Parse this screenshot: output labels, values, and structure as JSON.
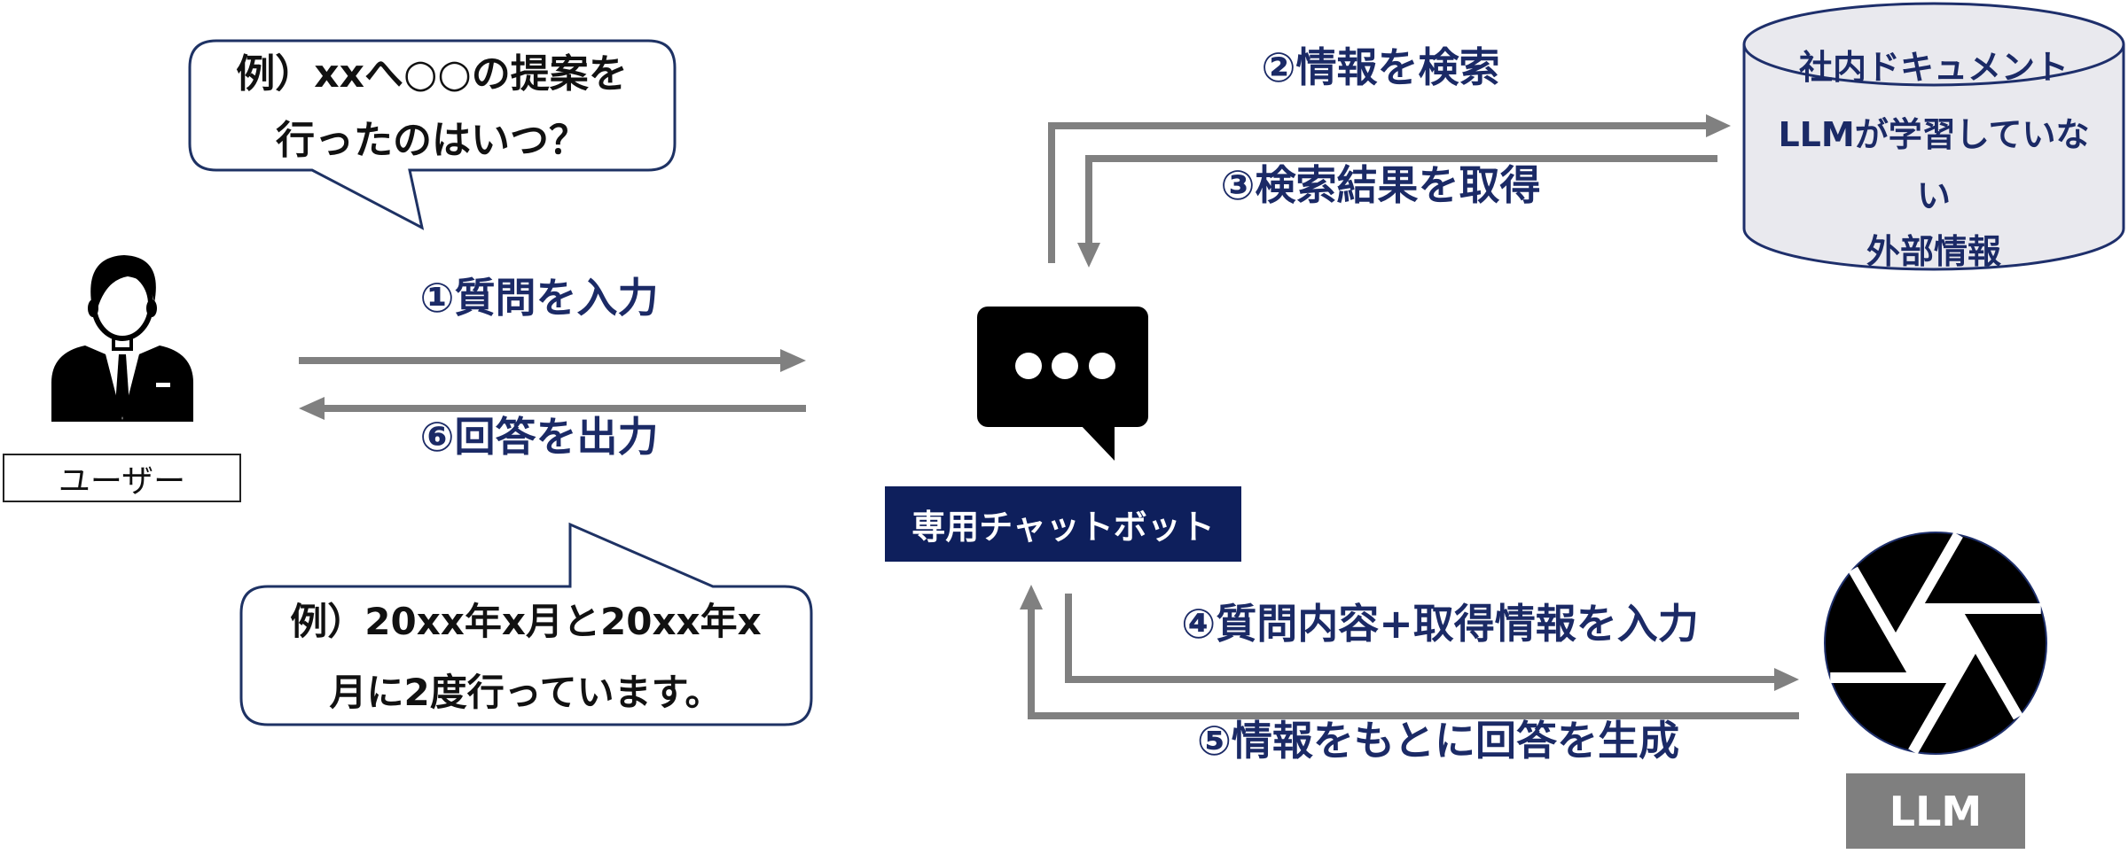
{
  "user": {
    "label": "ユーザー",
    "icon": "businessman-icon"
  },
  "question_bubble": {
    "lines": [
      "例）xxへ○○の提案を",
      "行ったのはいつ？"
    ]
  },
  "answer_bubble": {
    "lines": [
      "例）20xx年x月と20xx年x",
      "月に2度行っています。"
    ]
  },
  "chatbot": {
    "label": "専用チャットボット",
    "icon": "chat-bubble-icon"
  },
  "datastore": {
    "lines": [
      "社内ドキュメント",
      "LLMが学習していな",
      "い",
      "外部情報"
    ],
    "icon": "database-cylinder-icon"
  },
  "llm": {
    "label": "LLM",
    "icon": "aperture-icon"
  },
  "steps": {
    "step1": "①質問を入力",
    "step2": "②情報を検索",
    "step3": "③検索結果を取得",
    "step4": "④質問内容+取得情報を入力",
    "step5": "⑤情報をもとに回答を生成",
    "step6": "⑥回答を出力"
  },
  "colors": {
    "navy": "#1b2a66",
    "arrow": "#808080",
    "chatbot_bg": "#0e1f5c",
    "llm_bg": "#7f7f7f"
  }
}
